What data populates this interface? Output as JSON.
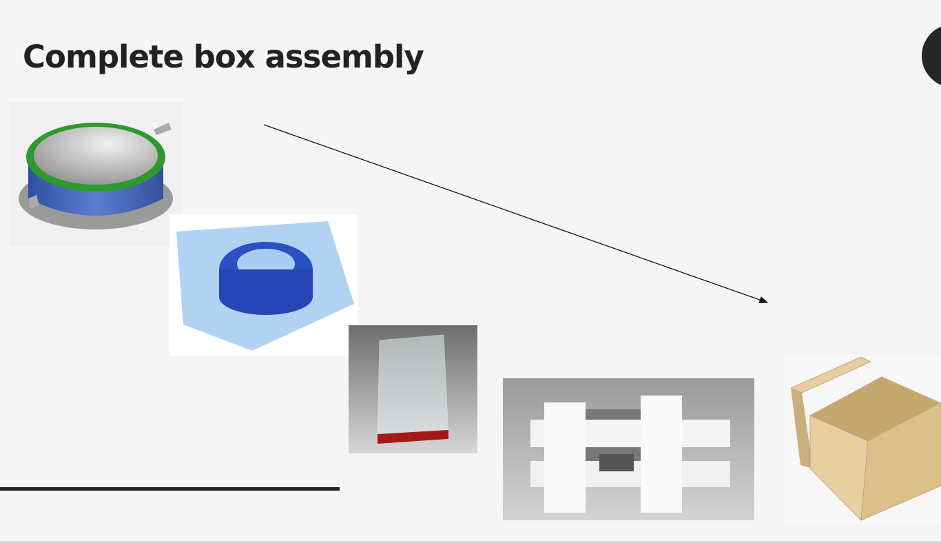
{
  "slide": {
    "title": "Complete box assembly",
    "colors": {
      "background": "#f5f5f5",
      "text": "#222222",
      "accent_circle": "#262626"
    }
  },
  "images": [
    {
      "name": "dome-assembly-render",
      "icon": "dome-icon"
    },
    {
      "name": "blue-bag-with-part",
      "icon": "bag-icon"
    },
    {
      "name": "clear-poly-bag",
      "icon": "bag-icon"
    },
    {
      "name": "foam-packaging",
      "icon": "foam-icon"
    },
    {
      "name": "cardboard-box",
      "icon": "box-icon"
    }
  ]
}
